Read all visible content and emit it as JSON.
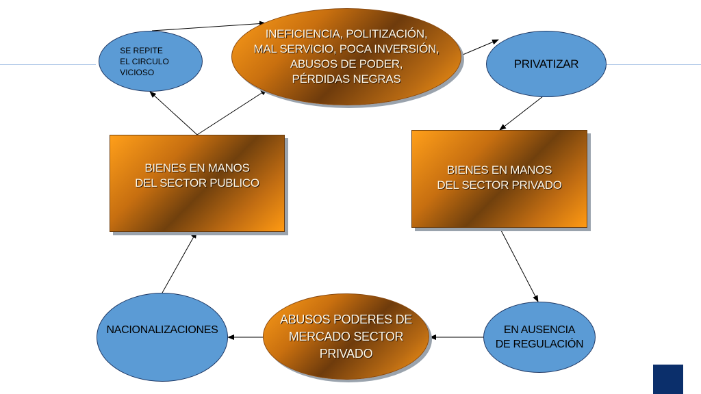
{
  "diagram": {
    "nodes": {
      "ineficiencia": "INEFICIENCIA, POLITIZACIÓN,\nMAL SERVICIO, POCA INVERSIÓN,\nABUSOS DE PODER,\nPÉRDIDAS NEGRAS",
      "se_repite": "SE REPITE\nEL CIRCULO\nVICIOSO",
      "privatizar": "PRIVATIZAR",
      "bienes_publico": "BIENES EN MANOS\nDEL SECTOR PUBLICO",
      "bienes_privado": "BIENES EN MANOS\nDEL SECTOR PRIVADO",
      "nacionalizaciones": "NACIONALIZACIONES",
      "abusos_mercado": "ABUSOS PODERES DE\nMERCADO SECTOR\nPRIVADO",
      "ausencia_regulacion": "EN AUSENCIA\nDE REGULACIÓN"
    },
    "edges": [
      {
        "from": "bienes_publico",
        "to": "ineficiencia"
      },
      {
        "from": "bienes_publico",
        "to": "se_repite"
      },
      {
        "from": "se_repite",
        "to": "ineficiencia"
      },
      {
        "from": "ineficiencia",
        "to": "privatizar"
      },
      {
        "from": "privatizar",
        "to": "bienes_privado"
      },
      {
        "from": "bienes_privado",
        "to": "ausencia_regulacion"
      },
      {
        "from": "ausencia_regulacion",
        "to": "abusos_mercado"
      },
      {
        "from": "abusos_mercado",
        "to": "nacionalizaciones"
      },
      {
        "from": "nacionalizaciones",
        "to": "bienes_publico"
      }
    ],
    "colors": {
      "blue_node": "#5b9bd5",
      "orange_gradient_light": "#ff9f1a",
      "orange_gradient_dark": "#6e3b0c",
      "corner_square": "#0b2f6b",
      "rule_line": "#a9c4e6"
    }
  }
}
